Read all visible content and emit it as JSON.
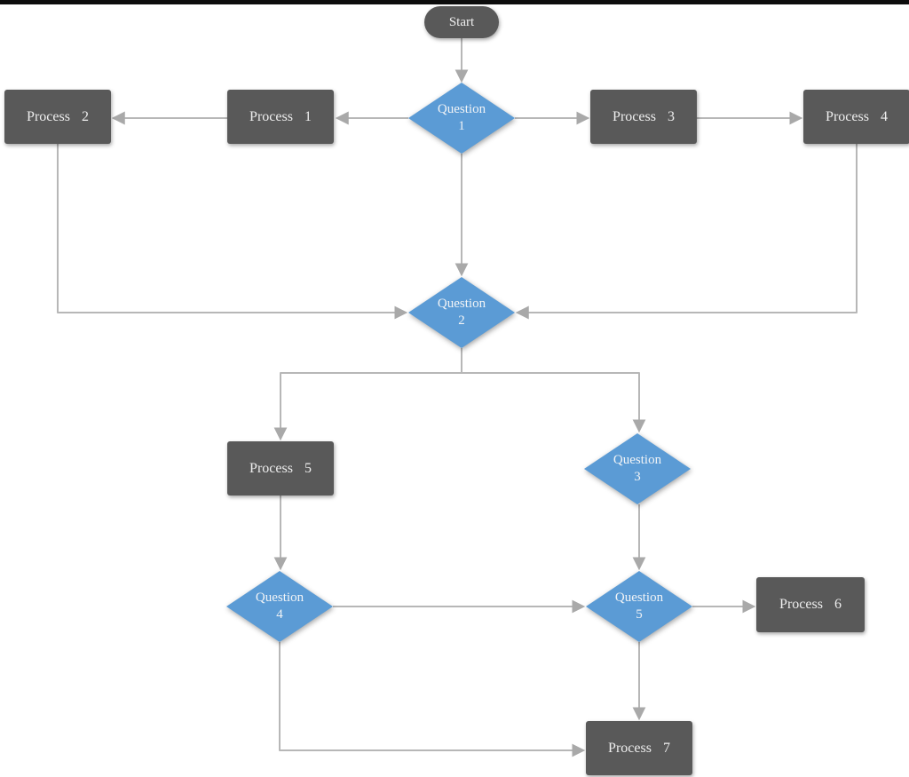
{
  "diagram": {
    "type": "flowchart",
    "colors": {
      "process_fill": "#595959",
      "terminator_fill": "#595959",
      "decision_fill": "#5b9bd5",
      "connector_line": "#b7b7b7",
      "arrowhead": "#a9a9a9",
      "node_text": "#eeeeee",
      "top_bar": "#0d0d0d",
      "background": "#ffffff"
    },
    "nodes": [
      {
        "id": "start",
        "type": "terminator",
        "label": "Start",
        "number": ""
      },
      {
        "id": "q1",
        "type": "decision",
        "label": "Question",
        "number": "1"
      },
      {
        "id": "p1",
        "type": "process",
        "label": "Process",
        "number": "1"
      },
      {
        "id": "p2",
        "type": "process",
        "label": "Process",
        "number": "2"
      },
      {
        "id": "p3",
        "type": "process",
        "label": "Process",
        "number": "3"
      },
      {
        "id": "p4",
        "type": "process",
        "label": "Process",
        "number": "4"
      },
      {
        "id": "q2",
        "type": "decision",
        "label": "Question",
        "number": "2"
      },
      {
        "id": "p5",
        "type": "process",
        "label": "Process",
        "number": "5"
      },
      {
        "id": "q3",
        "type": "decision",
        "label": "Question",
        "number": "3"
      },
      {
        "id": "q4",
        "type": "decision",
        "label": "Question",
        "number": "4"
      },
      {
        "id": "q5",
        "type": "decision",
        "label": "Question",
        "number": "5"
      },
      {
        "id": "p6",
        "type": "process",
        "label": "Process",
        "number": "6"
      },
      {
        "id": "p7",
        "type": "process",
        "label": "Process",
        "number": "7"
      }
    ],
    "edges": [
      {
        "from": "start",
        "to": "q1"
      },
      {
        "from": "q1",
        "to": "p1"
      },
      {
        "from": "p1",
        "to": "p2"
      },
      {
        "from": "q1",
        "to": "p3"
      },
      {
        "from": "p3",
        "to": "p4"
      },
      {
        "from": "q1",
        "to": "q2"
      },
      {
        "from": "p2",
        "to": "q2"
      },
      {
        "from": "p4",
        "to": "q2"
      },
      {
        "from": "q2",
        "to": "p5"
      },
      {
        "from": "q2",
        "to": "q3"
      },
      {
        "from": "p5",
        "to": "q4"
      },
      {
        "from": "q3",
        "to": "q5"
      },
      {
        "from": "q4",
        "to": "q5"
      },
      {
        "from": "q5",
        "to": "p6"
      },
      {
        "from": "q5",
        "to": "p7"
      },
      {
        "from": "q4",
        "to": "p7"
      }
    ]
  }
}
